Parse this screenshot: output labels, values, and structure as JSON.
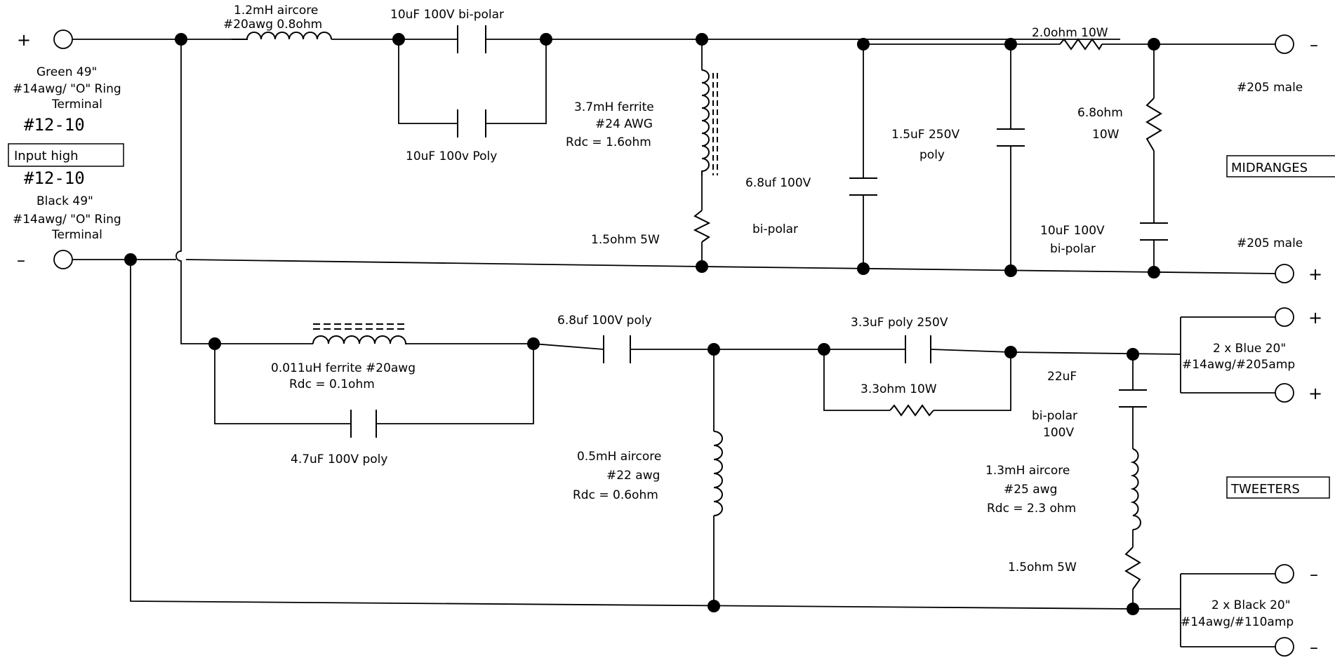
{
  "labels": {
    "l1_inductor_a": "1.2mH aircore",
    "l1_inductor_b": "#20awg 0.8ohm",
    "c1_top": "10uF 100V bi-polar",
    "c1_bottom": "10uF 100v Poly",
    "l2_a": "3.7mH ferrite",
    "l2_b": "#24 AWG",
    "l2_c": "Rdc = 1.6ohm",
    "r1": "1.5ohm 5W",
    "c2_a": "6.8uf 100V",
    "c2_b": "bi-polar",
    "c3_a": "1.5uF 250V",
    "c3_b": "poly",
    "r2": "2.0ohm 10W",
    "r3_a": "6.8ohm",
    "r3_b": "10W",
    "c4_a": "10uF 100V",
    "c4_b": "bi-polar",
    "mid_conn_top": "#205 male",
    "mid_conn_bottom": "#205 male",
    "midranges": "MIDRANGES",
    "in_plus_sign": "+",
    "in_minus_sign": "–",
    "green_a": "Green 49\"",
    "green_b": "#14awg/ \"O\" Ring",
    "green_c": "Terminal",
    "size_top": "#12-10",
    "input_high": "Input high",
    "size_bottom": "#12-10",
    "black_a": "Black 49\"",
    "black_b": "#14awg/ \"O\" Ring",
    "black_c": "Terminal",
    "l3_a": "0.011uH ferrite #20awg",
    "l3_b": "Rdc = 0.1ohm",
    "c5": "4.7uF 100V poly",
    "c6": "6.8uf 100V poly",
    "l4_a": "0.5mH aircore",
    "l4_b": "#22 awg",
    "l4_c": "Rdc = 0.6ohm",
    "c7": "3.3uF poly 250V",
    "r4": "3.3ohm 10W",
    "c8_a": "22uF",
    "c8_b": "bi-polar",
    "c8_c": "100V",
    "l5_a": "1.3mH aircore",
    "l5_b": "#25 awg",
    "l5_c": "Rdc = 2.3 ohm",
    "r5": "1.5ohm 5W",
    "blue_a": "2 x Blue 20\"",
    "blue_b": "#14awg/#205amp",
    "tweeters": "TWEETERS",
    "black2_a": "2 x Black 20\"",
    "black2_b": "#14awg/#110amp",
    "out_mid_minus": "–",
    "out_mid_plus": "+",
    "out_tw_plus1": "+",
    "out_tw_plus2": "+",
    "out_tw_minus1": "–",
    "out_tw_minus2": "–"
  }
}
